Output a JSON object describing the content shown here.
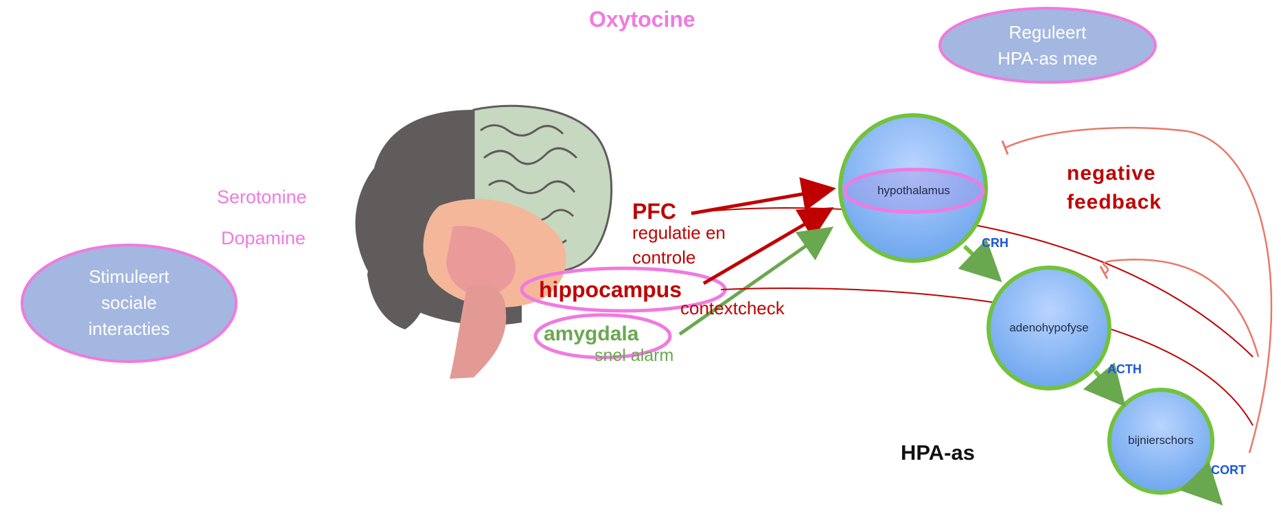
{
  "title": "Oxytocine",
  "neurotransmitters": [
    "Serotonine",
    "Dopamine"
  ],
  "bubbles": {
    "left": [
      "Stimuleert",
      "sociale",
      "interacties"
    ],
    "right": [
      "Reguleert",
      "HPA-as mee"
    ]
  },
  "brain_regions": {
    "pfc": {
      "name": "PFC",
      "desc": [
        "regulatie en",
        "controle"
      ]
    },
    "hippocampus": {
      "name": "hippocampus",
      "desc": "contextcheck"
    },
    "amygdala": {
      "name": "amygdala",
      "desc": "snel alarm"
    }
  },
  "hpa": {
    "label": "HPA-as",
    "glands": [
      "hypothalamus",
      "adenohypofyse",
      "bijnierschors"
    ],
    "hormones": [
      "CRH",
      "ACTH",
      "CORT"
    ],
    "feedback": [
      "negative",
      "feedback"
    ]
  },
  "colors": {
    "pink": "#f07ae0",
    "bubble_fill": "#a3b7e0",
    "red": "#c00000",
    "green": "#6aa84f",
    "feedback": "#e8786a",
    "hormone": "#1a56db"
  },
  "icons": [
    "brain-illustration",
    "arrow-icon",
    "inhibition-arrow-icon"
  ]
}
